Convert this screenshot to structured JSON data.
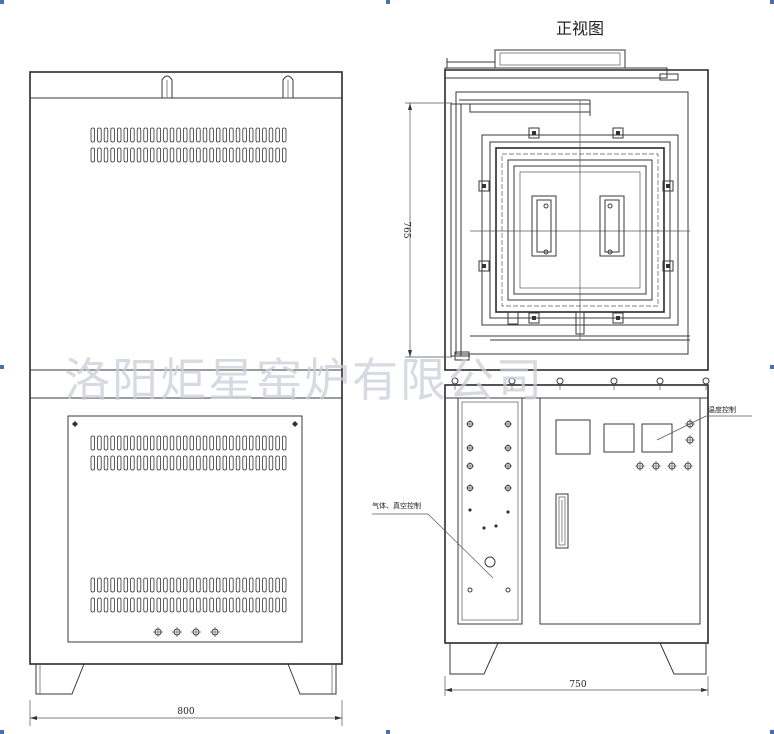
{
  "view_title": "正视图",
  "dimensions": {
    "left_width": "800",
    "right_width": "750",
    "height": "765"
  },
  "callouts": {
    "temperature_control": "温度控制",
    "gas_vacuum_control": "气体、真空控制"
  },
  "watermark": "洛阳炬星窑炉有限公司",
  "colors": {
    "line": "#3a3a3a",
    "watermark": "#c9ced8",
    "background": "#ffffff"
  }
}
